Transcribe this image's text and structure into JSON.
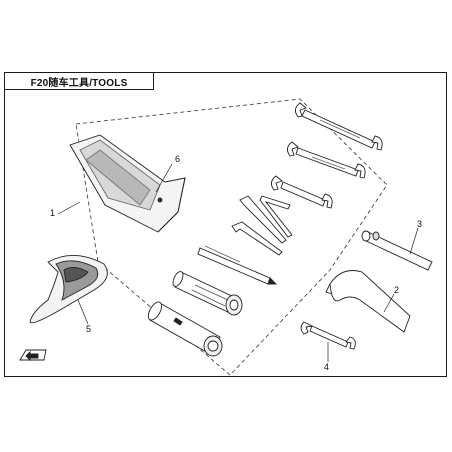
{
  "diagram": {
    "title": "F20随车工具/TOOLS",
    "callouts": [
      "1",
      "2",
      "3",
      "4",
      "5",
      "6"
    ]
  }
}
